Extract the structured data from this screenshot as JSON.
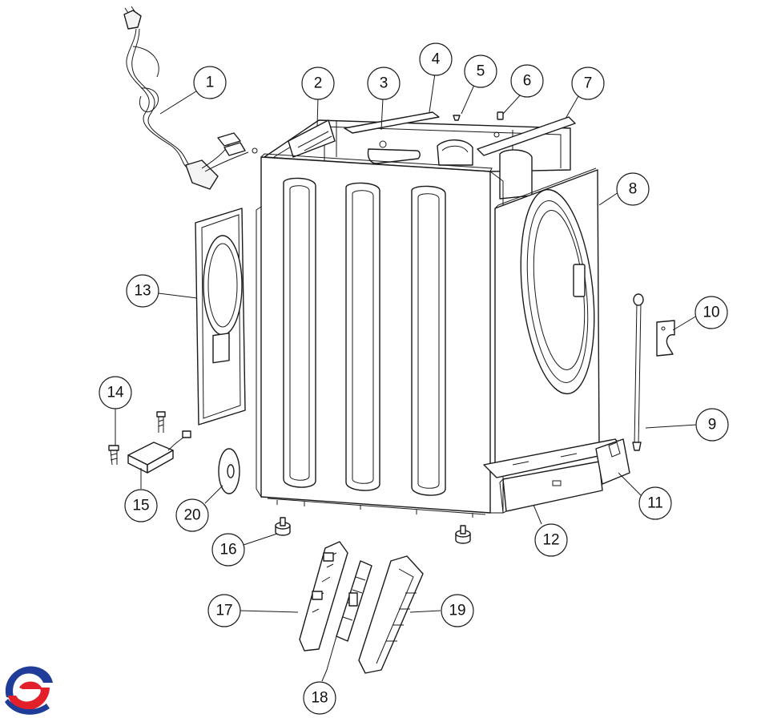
{
  "diagram": {
    "callouts": [
      "1",
      "2",
      "3",
      "4",
      "5",
      "6",
      "7",
      "8",
      "9",
      "10",
      "11",
      "12",
      "13",
      "14",
      "15",
      "16",
      "17",
      "18",
      "19",
      "20"
    ]
  },
  "logo": {
    "icon": "brand-logo-icon",
    "colors": {
      "blue": "#1f3c98",
      "red": "#e3202a"
    }
  }
}
